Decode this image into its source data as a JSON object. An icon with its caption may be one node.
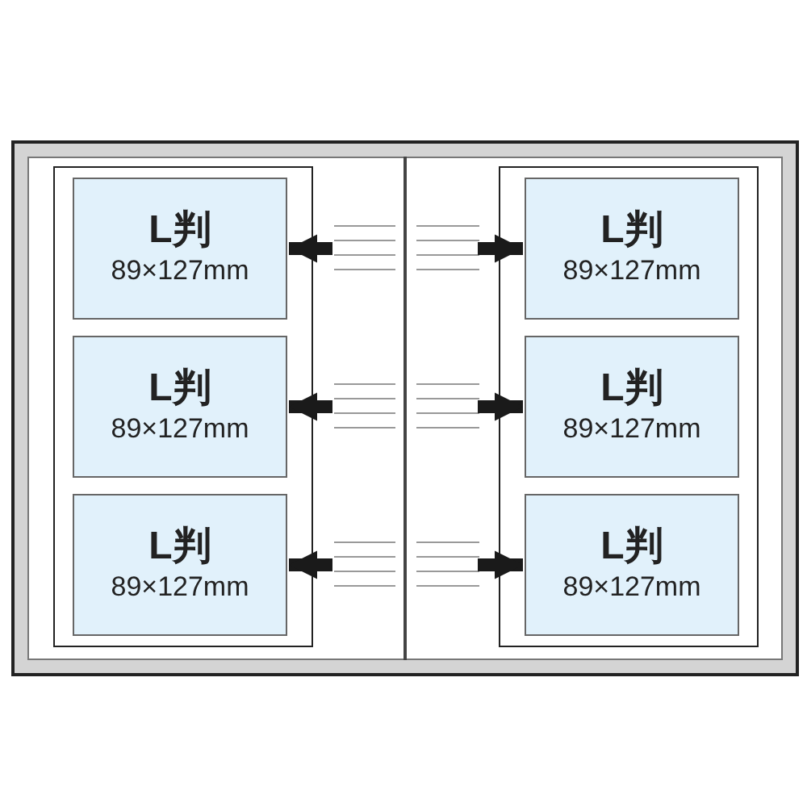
{
  "diagram": {
    "nodes": [
      {
        "text": [
          "L判",
          "89×127mm"
        ]
      },
      {
        "text": [
          "L判",
          "89×127mm"
        ]
      },
      {
        "text": [
          "L判",
          "89×127mm"
        ]
      },
      {
        "text": [
          "L判",
          "89×127mm"
        ]
      },
      {
        "text": [
          "L判",
          "89×127mm"
        ]
      },
      {
        "text": [
          "L判",
          "89×127mm"
        ]
      }
    ],
    "edges": [
      {
        "from": null,
        "to": 0,
        "arrow": "to"
      },
      {
        "from": null,
        "to": 1,
        "arrow": "to"
      },
      {
        "from": null,
        "to": 2,
        "arrow": "to"
      },
      {
        "from": null,
        "to": 3,
        "arrow": "to"
      },
      {
        "from": null,
        "to": 4,
        "arrow": "to"
      },
      {
        "from": null,
        "to": 5,
        "arrow": "to"
      }
    ]
  }
}
